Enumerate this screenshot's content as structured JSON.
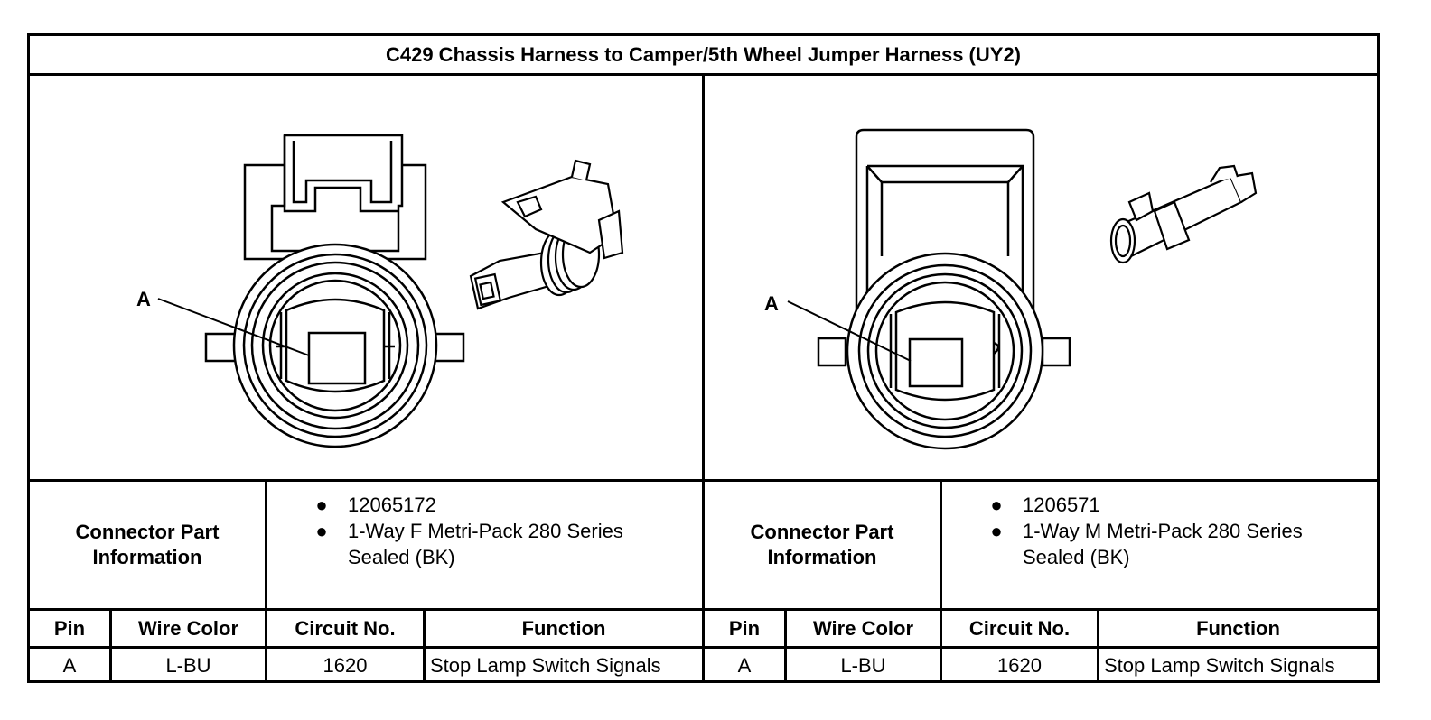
{
  "title": "C429 Chassis Harness to Camper/5th Wheel Jumper Harness (UY2)",
  "connectors": [
    {
      "callout": "A",
      "info_label": "Connector Part Information",
      "part_info": [
        "12065172",
        "1-Way F Metri-Pack 280 Series Sealed (BK)"
      ],
      "columns": [
        "Pin",
        "Wire Color",
        "Circuit No.",
        "Function"
      ],
      "rows": [
        {
          "pin": "A",
          "wire_color": "L-BU",
          "circuit": "1620",
          "function": "Stop Lamp Switch Signals"
        }
      ]
    },
    {
      "callout": "A",
      "info_label": "Connector Part Information",
      "part_info": [
        "1206571",
        "1-Way M Metri-Pack 280 Series Sealed (BK)"
      ],
      "columns": [
        "Pin",
        "Wire Color",
        "Circuit No.",
        "Function"
      ],
      "rows": [
        {
          "pin": "A",
          "wire_color": "L-BU",
          "circuit": "1620",
          "function": "Stop Lamp Switch Signals"
        }
      ]
    }
  ]
}
